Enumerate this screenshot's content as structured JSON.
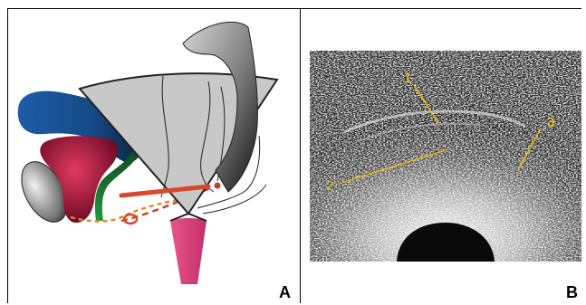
{
  "panels": {
    "a": {
      "label": "A"
    },
    "b": {
      "label": "B"
    }
  },
  "ultrasound_labels": [
    "1",
    "2",
    "3"
  ],
  "colors": {
    "bladder": "#1f5fa3",
    "uterus": "#8b1030",
    "urethra": "#1f8a3a",
    "probe": "#d8437a",
    "lesion_red": "#d9482b",
    "fascia_orange": "#e08a20",
    "sector_gray": "#c8c8c8",
    "annotation_yellow": "#f0c000"
  }
}
